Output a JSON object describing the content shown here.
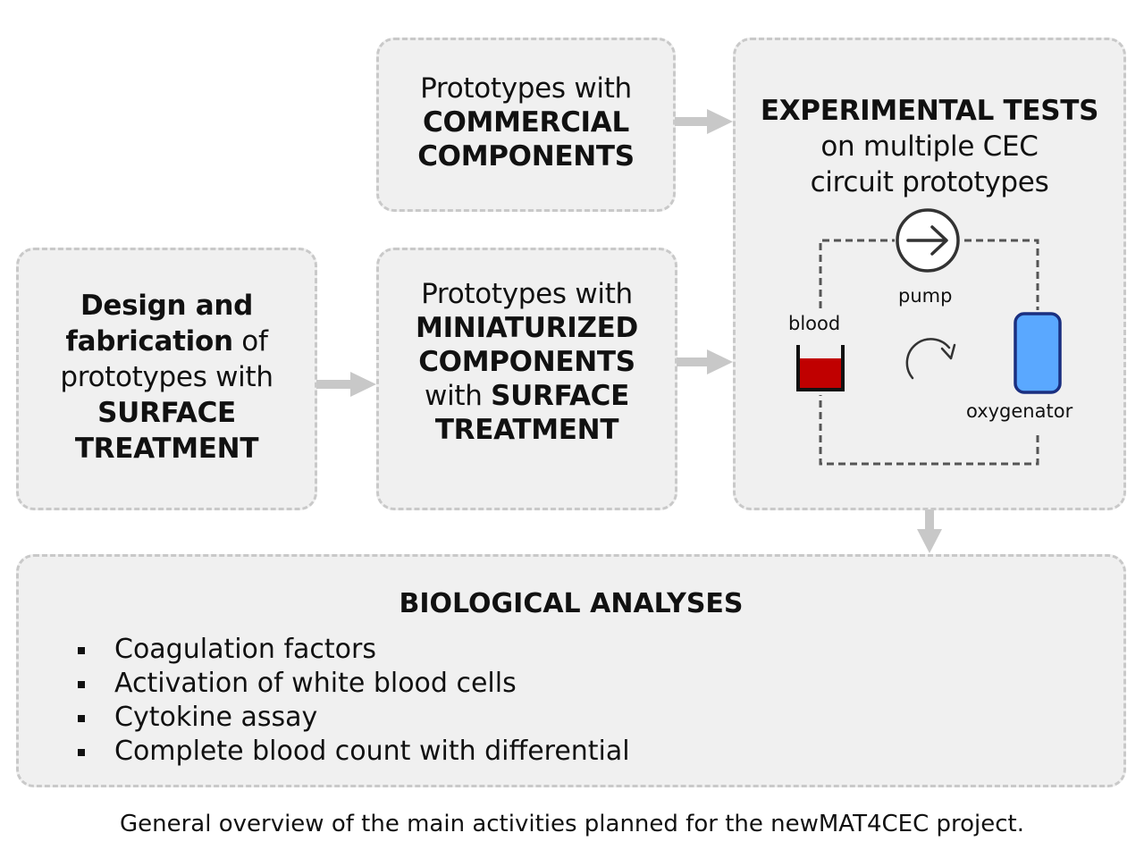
{
  "boxes": {
    "commercial": {
      "line1": "Prototypes with",
      "line2": "COMMERCIAL",
      "line3": "COMPONENTS"
    },
    "design": {
      "line1_bold": "Design and",
      "line2_bold": "fabrication",
      "line2_rest": " of",
      "line3": "prototypes with",
      "line4_bold": "SURFACE",
      "line5_bold": "TREATMENT"
    },
    "miniaturized": {
      "line1": "Prototypes with",
      "line2_bold": "MINIATURIZED",
      "line3_bold": "COMPONENTS",
      "line4_pre": "with ",
      "line4_bold": "SURFACE",
      "line5_bold": "TREATMENT"
    },
    "experimental": {
      "title": "EXPERIMENTAL TESTS",
      "line2": "on multiple CEC",
      "line3": "circuit prototypes"
    }
  },
  "circuit": {
    "pump_label": "pump",
    "blood_label": "blood",
    "oxygenator_label": "oxygenator",
    "colors": {
      "blood": "#c00000",
      "oxygenator_fill": "#5aa8ff",
      "oxygenator_border": "#1a2f80",
      "line": "#555555"
    },
    "icons": [
      "pump-arrow-icon",
      "flow-direction-icon",
      "blood-container-icon",
      "oxygenator-icon"
    ]
  },
  "biological": {
    "title": "BIOLOGICAL ANALYSES",
    "items": [
      "Coagulation factors",
      "Activation of white blood cells",
      "Cytokine assay",
      "Complete blood count with differential"
    ]
  },
  "caption": "General overview of the main activities planned for the newMAT4CEC project.",
  "colors": {
    "box_fill": "#f0f0f0",
    "box_border": "#c9c9c9",
    "arrow": "#c8c8c8"
  }
}
